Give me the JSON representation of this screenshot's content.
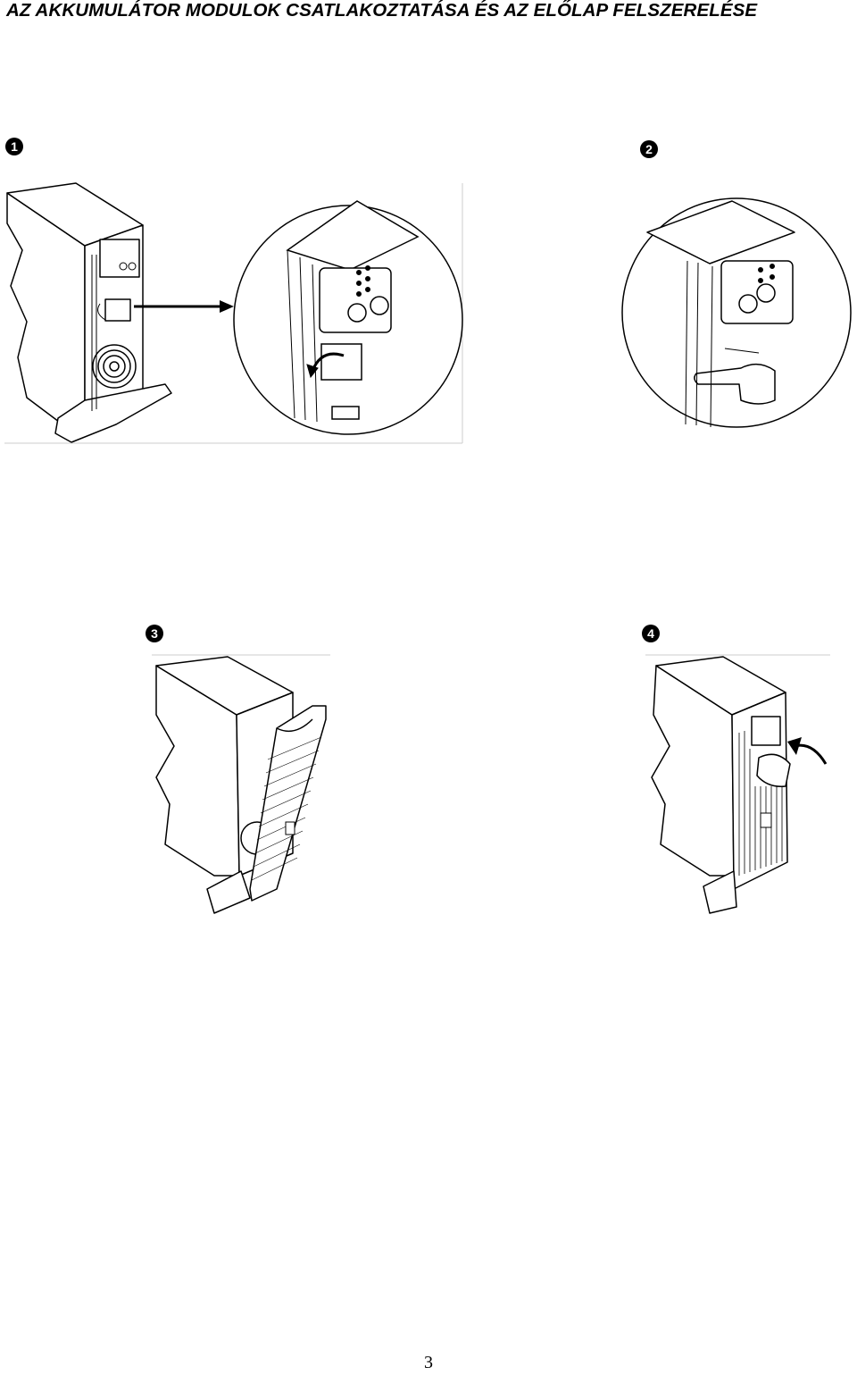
{
  "page": {
    "title": "AZ AKKUMULÁTOR MODULOK CSATLAKOZTATÁSA ÉS AZ ELŐLAP FELSZERELÉSE",
    "page_number": "3"
  },
  "steps": [
    {
      "number": "1",
      "icon": "ups-connect-battery-connector-illustration"
    },
    {
      "number": "2",
      "icon": "ups-press-connector-illustration"
    },
    {
      "number": "3",
      "icon": "ups-attach-front-bezel-illustration"
    },
    {
      "number": "4",
      "icon": "ups-snap-bezel-closed-illustration"
    }
  ]
}
